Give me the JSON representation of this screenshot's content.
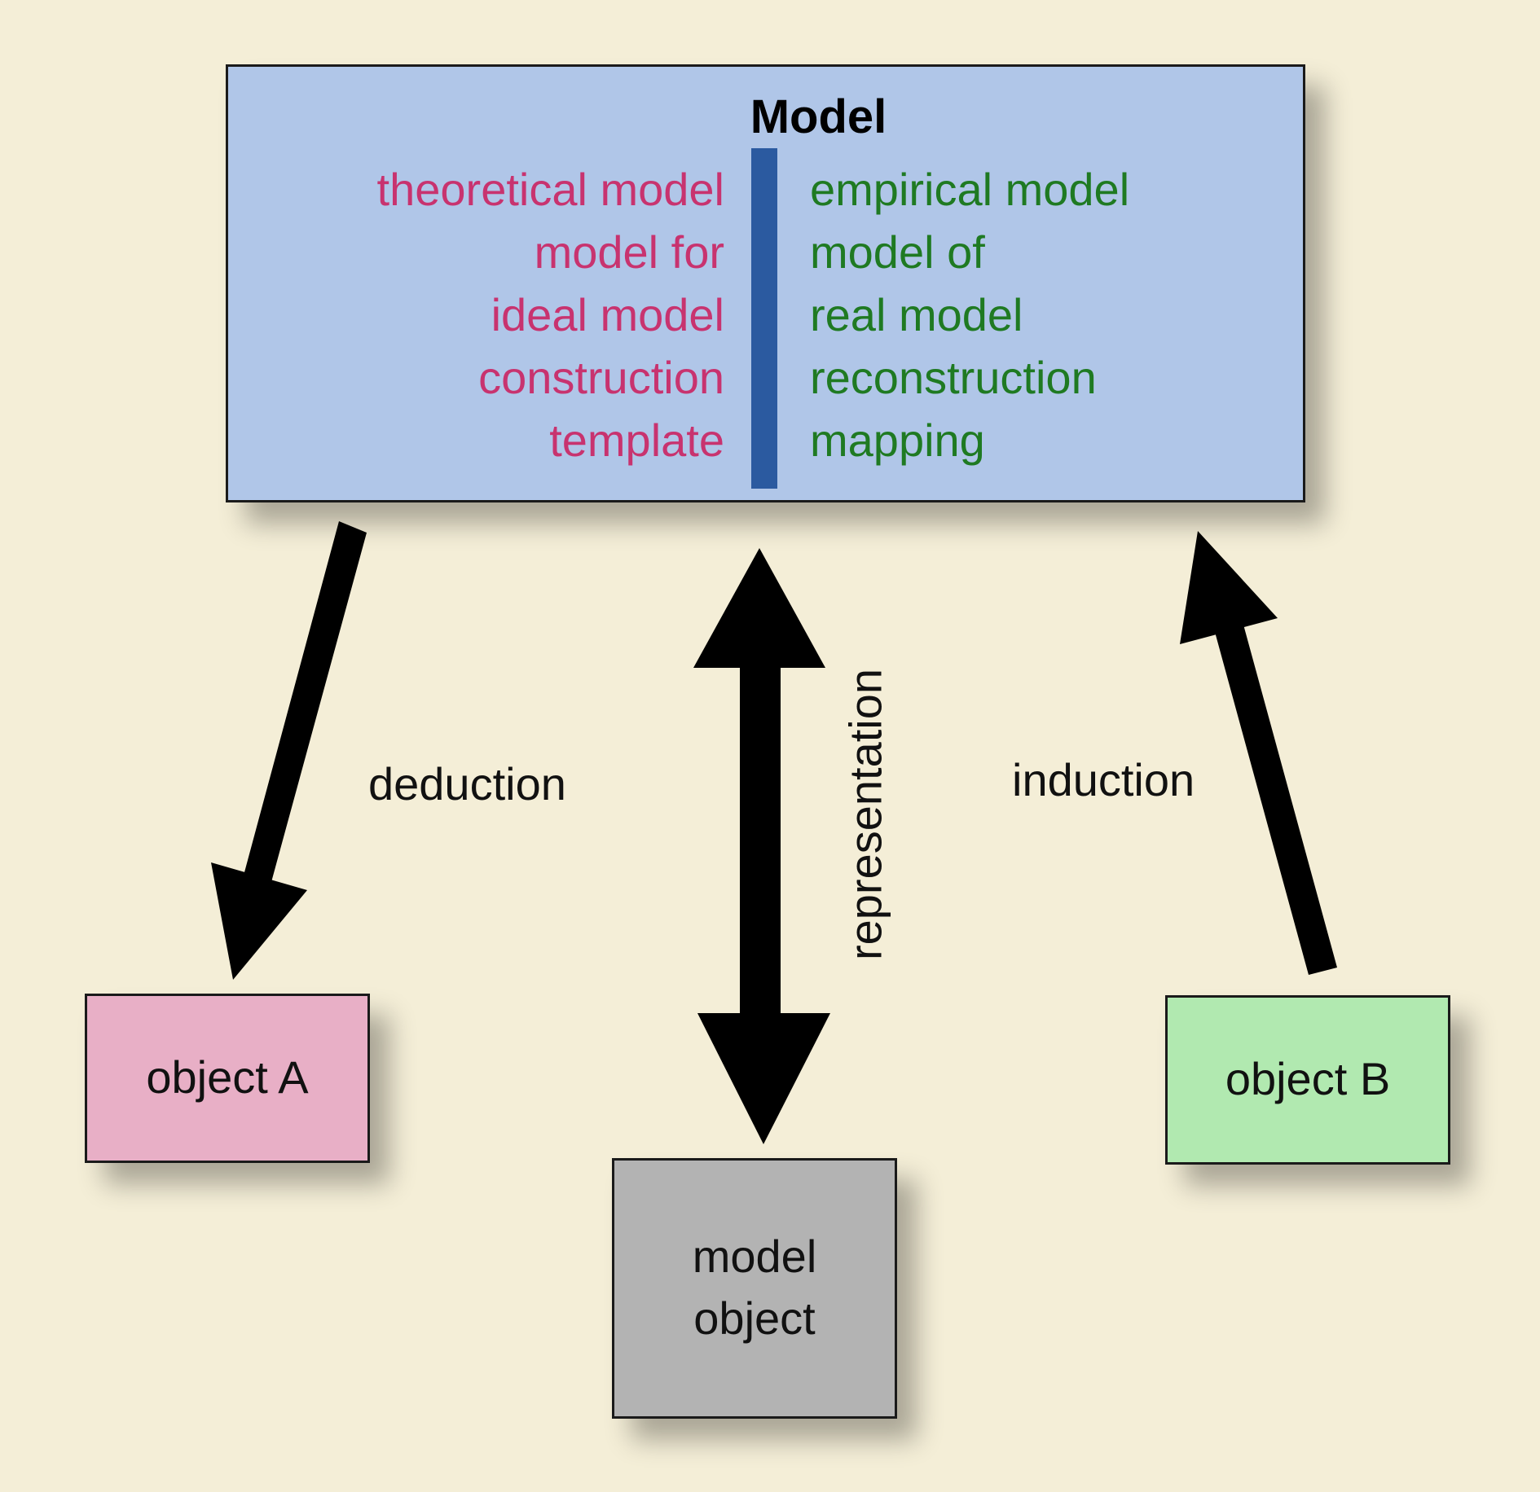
{
  "model": {
    "title": "Model",
    "left_terms": [
      "theoretical model",
      "model for",
      "ideal model",
      "construction",
      "template"
    ],
    "right_terms": [
      "empirical model",
      "model of",
      "real model",
      "reconstruction",
      "mapping"
    ]
  },
  "objects": {
    "object_a": "object A",
    "object_b": "object B",
    "model_object": [
      "model",
      "object"
    ]
  },
  "edges": {
    "deduction": "deduction",
    "induction": "induction",
    "representation": "representation"
  },
  "colors": {
    "background": "#f4eed7",
    "model_box": "#b0c6e8",
    "left_terms": "#c8336f",
    "right_terms": "#1f7a22",
    "divider": "#2b5aa0",
    "object_a": "#e8afc6",
    "object_b": "#b1e9b0",
    "model_object": "#b3b3b3",
    "arrow": "#000000"
  }
}
